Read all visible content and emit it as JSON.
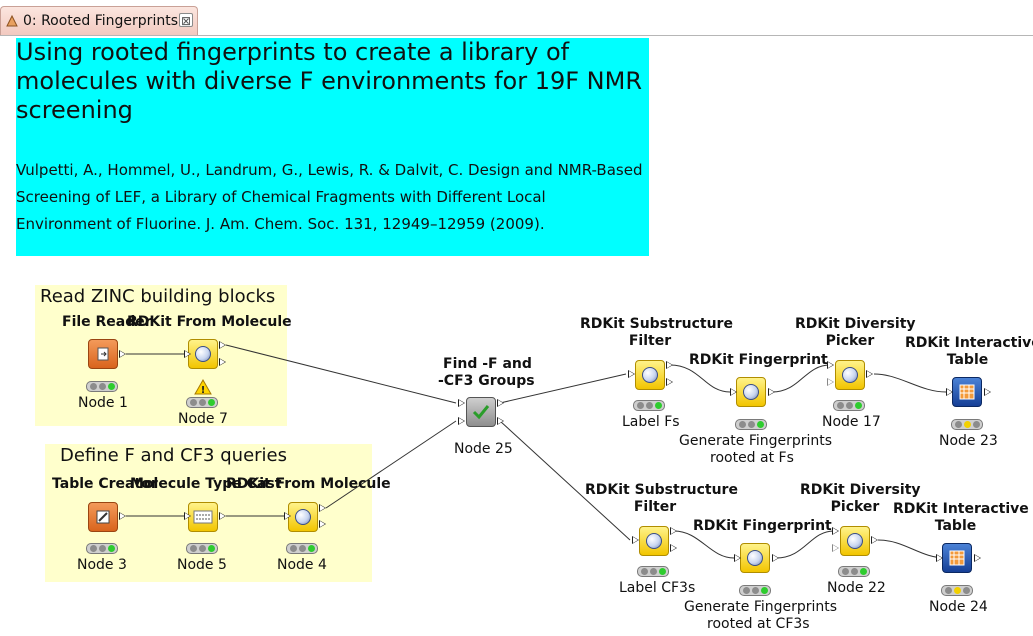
{
  "tab": {
    "label": "0: Rooted Fingerprints",
    "close": "⊠"
  },
  "annotations": {
    "title": "Using rooted fingerprints to create a library of molecules with diverse F environments for 19F NMR screening",
    "reference": "Vulpetti, A., Hommel, U., Landrum, G., Lewis, R. & Dalvit, C. Design and NMR-Based Screening of LEF, a Library of Chemical Fragments with Different Local Environment of Fluorine. J. Am. Chem. Soc. 131, 12949–12959 (2009).",
    "zinc": "Read ZINC building blocks",
    "queries": "Define F and CF3 queries"
  },
  "nodes": {
    "file_reader": {
      "title": "File Reader",
      "label": "Node 1"
    },
    "from_mol_1": {
      "title": "RDKit From Molecule",
      "label": "Node 7",
      "warning": "!"
    },
    "table_creator": {
      "title": "Table Creator",
      "label": "Node 3"
    },
    "mol_type_cast": {
      "title": "Molecule Type Cast",
      "label": "Node 5"
    },
    "from_mol_2": {
      "title": "RDKit From Molecule",
      "label": "Node 4"
    },
    "find_groups": {
      "title_line1": "Find -F and",
      "title_line2": "-CF3 Groups",
      "label": "Node 25"
    },
    "substructure_1": {
      "title_line1": "RDKit Substructure",
      "title_line2": "Filter",
      "label": "Label Fs"
    },
    "fingerprint_1": {
      "title": "RDKit Fingerprint",
      "label_line1": "Generate Fingerprints",
      "label_line2": "rooted at Fs"
    },
    "diversity_1": {
      "title_line1": "RDKit Diversity",
      "title_line2": "Picker",
      "label": "Node 17"
    },
    "interactive_1": {
      "title_line1": "RDKit Interactive",
      "title_line2": "Table",
      "label": "Node 23"
    },
    "substructure_2": {
      "title_line1": "RDKit Substructure",
      "title_line2": "Filter",
      "label": "Label CF3s"
    },
    "fingerprint_2": {
      "title": "RDKit Fingerprint",
      "label_line1": "Generate Fingerprints",
      "label_line2": "rooted at CF3s"
    },
    "diversity_2": {
      "title_line1": "RDKit Diversity",
      "title_line2": "Picker",
      "label": "Node 22"
    },
    "interactive_2": {
      "title_line1": "RDKit Interactive",
      "title_line2": "Table",
      "label": "Node 24"
    }
  },
  "colors": {
    "title_annotation": "#00ffff",
    "group_annotation": "#ffffcc",
    "tab": "#f2c9bf"
  }
}
